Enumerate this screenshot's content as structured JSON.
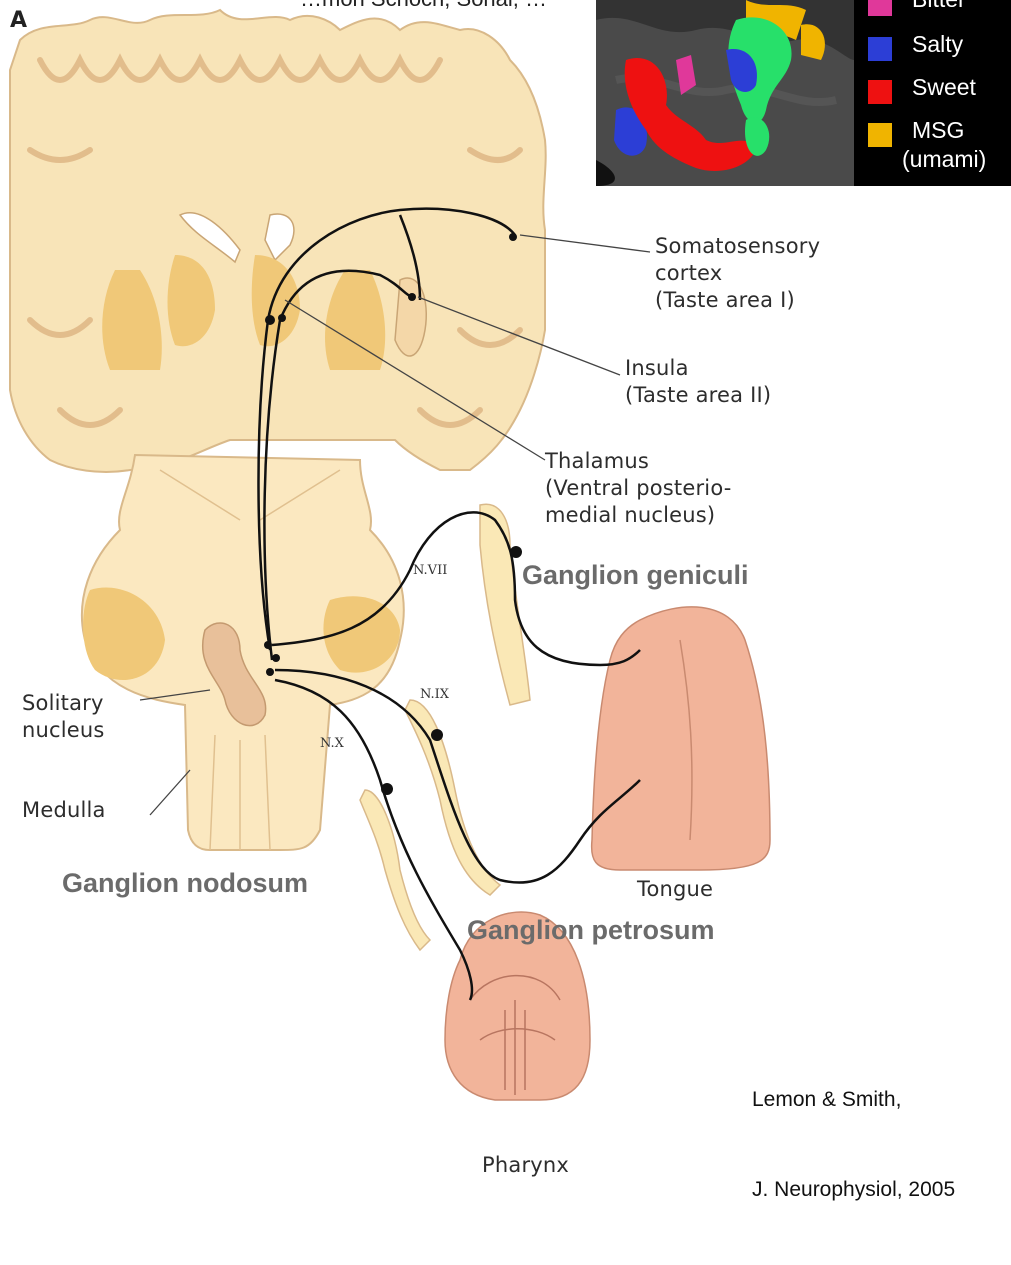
{
  "panel_letter": "A",
  "top_cut_text": "…mon Schoch, Sohal, …",
  "colors": {
    "bitter": "#e0389a",
    "salty": "#2c3ed6",
    "sweet": "#ee1111",
    "msg": "#f0b400",
    "brain_fill": "#f8e4b8",
    "gray_matter": "#f0c878",
    "tissue_pink": "#f2b49a",
    "nerve_fill": "#fae8b6"
  },
  "legend": [
    {
      "label": "Bitter",
      "color_key": "bitter",
      "icon": "swatch"
    },
    {
      "label": "Salty",
      "color_key": "salty",
      "icon": "swatch"
    },
    {
      "label": "Sweet",
      "color_key": "sweet",
      "icon": "swatch"
    },
    {
      "label": "MSG",
      "color_key": "msg",
      "icon": "swatch"
    },
    {
      "label": "(umami)",
      "color_key": "",
      "icon": ""
    }
  ],
  "labels": {
    "somatosensory": "Somatosensory\ncortex\n(Taste area I)",
    "insula": "Insula\n(Taste area II)",
    "thalamus": "Thalamus\n(Ventral posterio-\nmedial nucleus)",
    "solitary": "Solitary\nnucleus",
    "medulla": "Medulla",
    "tongue": "Tongue",
    "pharynx": "Pharynx",
    "n_vii": "N.VII",
    "n_ix": "N.IX",
    "n_x": "N.X"
  },
  "ganglia": {
    "geniculi": "Ganglion geniculi",
    "nodosum": "Ganglion nodosum",
    "petrosum": "Ganglion petrosum"
  },
  "citation": {
    "line1": "Lemon & Smith,",
    "line2": "J. Neurophysiol, 2005"
  }
}
